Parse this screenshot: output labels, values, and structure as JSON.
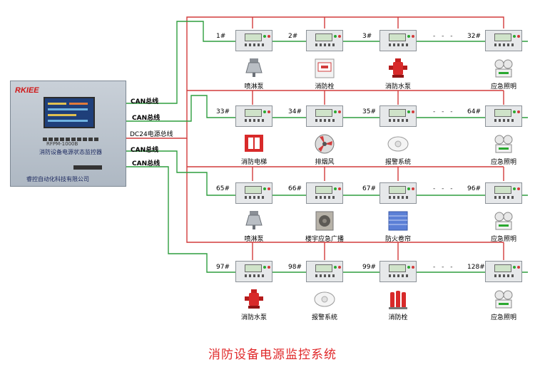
{
  "controller": {
    "brand": "RKIEE",
    "model": "RFPM-1000B",
    "name": "消防设备电源状态监控器",
    "company": "睿控自动化科技有限公司"
  },
  "bus_labels": [
    "CAN总线",
    "CAN总线",
    "DC24电源总线",
    "CAN总线",
    "CAN总线"
  ],
  "ellipsis": "- - -",
  "rows": [
    {
      "modules": [
        {
          "id": "1#",
          "device": "喷淋泵",
          "icon": "sprinkler-pump-icon"
        },
        {
          "id": "2#",
          "device": "消防栓",
          "icon": "fire-hydrant-box-icon"
        },
        {
          "id": "3#",
          "device": "消防水泵",
          "icon": "fire-water-pump-icon"
        },
        {
          "id": "32#",
          "device": "应急照明",
          "icon": "emergency-light-icon"
        }
      ]
    },
    {
      "modules": [
        {
          "id": "33#",
          "device": "消防电梯",
          "icon": "fire-elevator-icon"
        },
        {
          "id": "34#",
          "device": "排烟风",
          "icon": "smoke-exhaust-fan-icon"
        },
        {
          "id": "35#",
          "device": "报警系统",
          "icon": "alarm-detector-icon"
        },
        {
          "id": "64#",
          "device": "应急照明",
          "icon": "emergency-light-icon"
        }
      ]
    },
    {
      "modules": [
        {
          "id": "65#",
          "device": "喷淋泵",
          "icon": "sprinkler-pump-icon"
        },
        {
          "id": "66#",
          "device": "楼宇应急广播",
          "icon": "broadcast-speaker-icon"
        },
        {
          "id": "67#",
          "device": "防火卷帘",
          "icon": "fire-shutter-icon"
        },
        {
          "id": "96#",
          "device": "应急照明",
          "icon": "emergency-light-icon"
        }
      ]
    },
    {
      "modules": [
        {
          "id": "97#",
          "device": "消防水泵",
          "icon": "fire-water-pump-icon"
        },
        {
          "id": "98#",
          "device": "报警系统",
          "icon": "alarm-detector-icon"
        },
        {
          "id": "99#",
          "device": "消防栓",
          "icon": "fire-extinguisher-icon"
        },
        {
          "id": "128#",
          "device": "应急照明",
          "icon": "emergency-light-icon"
        }
      ]
    }
  ],
  "title": "消防设备电源监控系统",
  "colors": {
    "can_bus": "#2e9e3e",
    "power_bus": "#d23b3b",
    "title": "#e0282a"
  }
}
